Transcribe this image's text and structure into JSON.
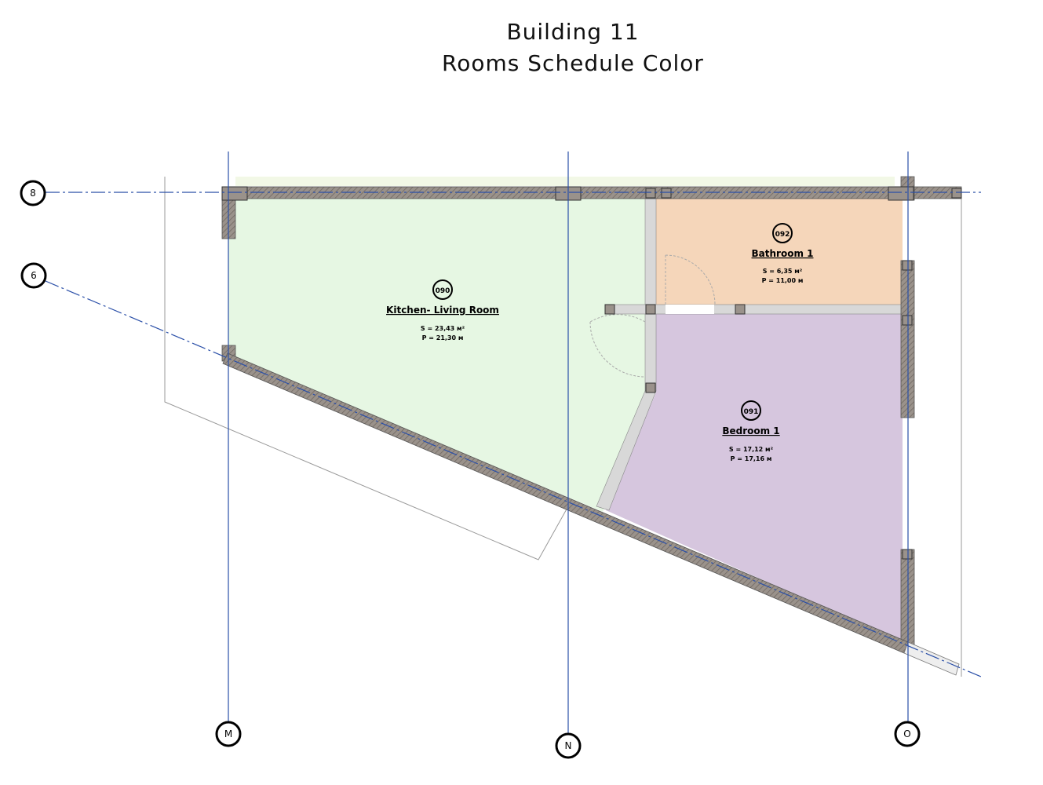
{
  "title": "Building 11",
  "subtitle": "Rooms Schedule Color",
  "grids": {
    "h1": "8",
    "h2": "6",
    "v1": "M",
    "v2": "N",
    "v3": "O"
  },
  "rooms": [
    {
      "number": "090",
      "name": "Kitchen- Living Room",
      "area": "S = 23,43 м²",
      "perimeter": "P = 21,30 м",
      "color": "#e6f7e3"
    },
    {
      "number": "091",
      "name": "Bedroom 1",
      "area": "S = 17,12 м²",
      "perimeter": "P = 17,16 м",
      "color": "#d6c6de"
    },
    {
      "number": "092",
      "name": "Bathroom 1",
      "area": "S = 6,35 м²",
      "perimeter": "P = 11,00 м",
      "color": "#f5d6ba"
    }
  ],
  "colors": {
    "grid": "#2a4fa8",
    "wall": "#8a827c",
    "partition": "#d8d8d8"
  }
}
